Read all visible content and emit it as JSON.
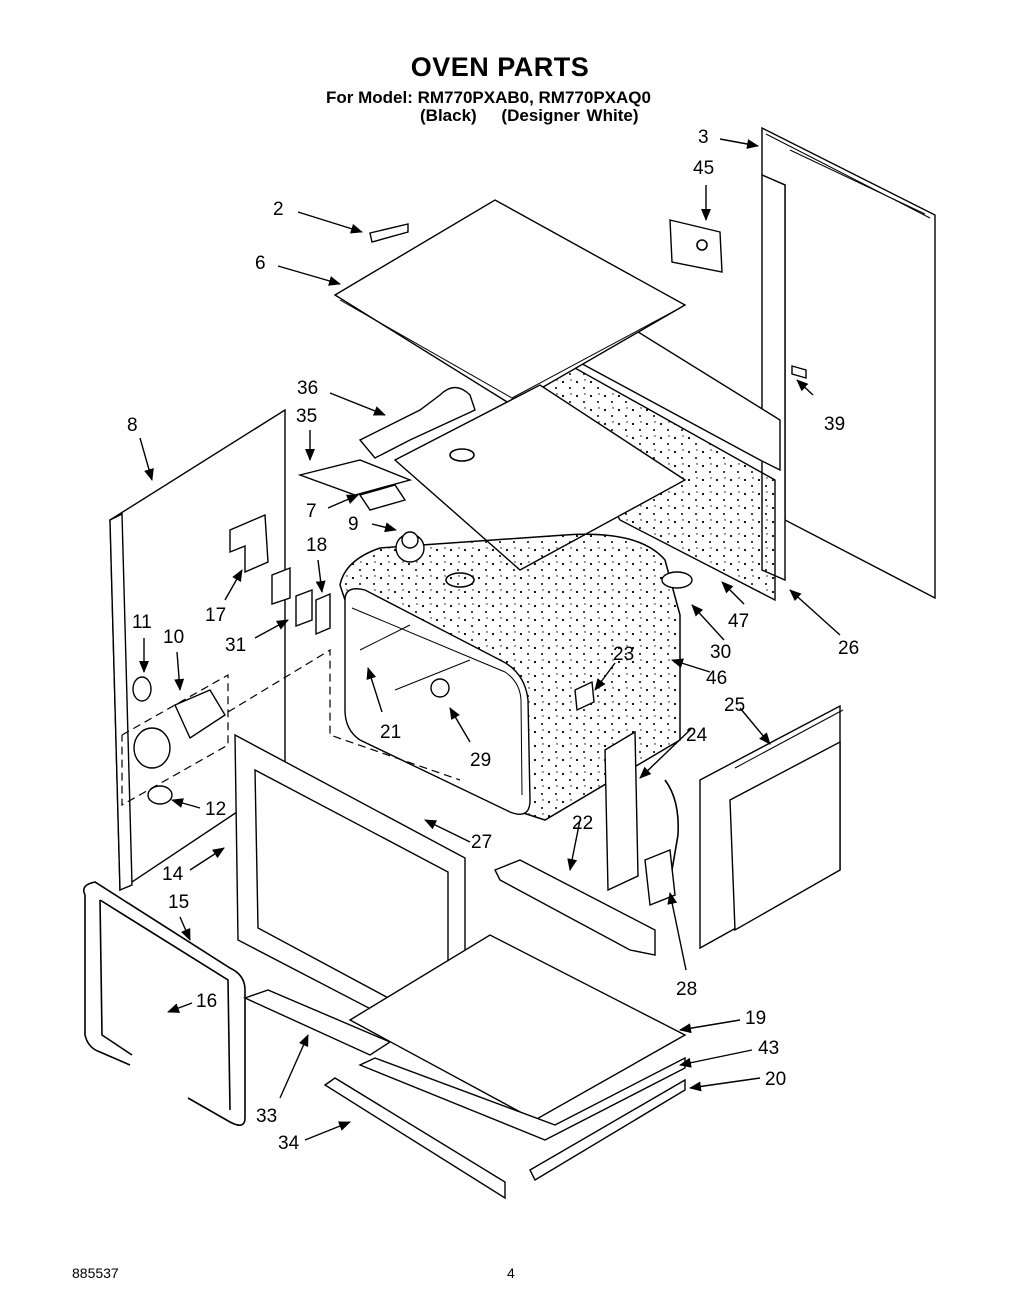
{
  "header": {
    "title": "OVEN PARTS",
    "model_line": "For Model: RM770PXAB0, RM770PXAQ0",
    "color_black": "(Black)",
    "color_white": "(Designer White)"
  },
  "footer": {
    "doc_number": "885537",
    "page_number": "4"
  },
  "callouts": [
    "2",
    "3",
    "6",
    "7",
    "8",
    "9",
    "10",
    "11",
    "12",
    "14",
    "15",
    "16",
    "17",
    "18",
    "19",
    "20",
    "21",
    "22",
    "23",
    "24",
    "25",
    "26",
    "27",
    "28",
    "29",
    "30",
    "31",
    "33",
    "34",
    "35",
    "36",
    "39",
    "43",
    "45",
    "46",
    "47"
  ]
}
